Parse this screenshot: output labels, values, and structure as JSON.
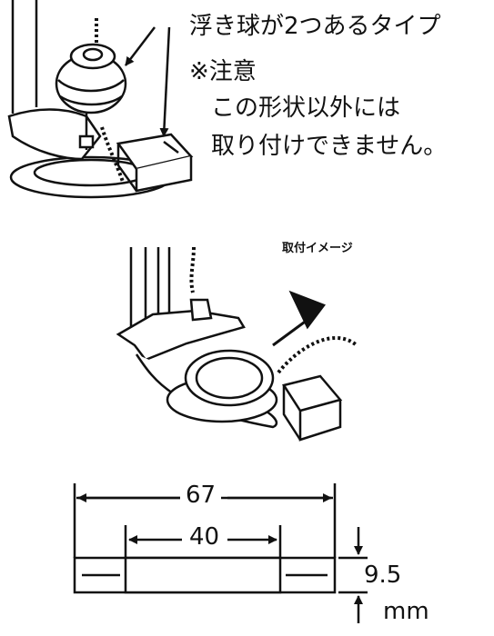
{
  "notes": {
    "type_label": "浮き球が2つあるタイプ",
    "caution_title": "※注意",
    "caution_line1": "この形状以外には",
    "caution_line2": "取り付けできません。"
  },
  "install_caption": "取付イメージ",
  "dimensions": {
    "outer_width": "67",
    "inner_width": "40",
    "height": "9.5",
    "unit": "mm"
  },
  "colors": {
    "line": "#111111",
    "background": "#ffffff"
  }
}
